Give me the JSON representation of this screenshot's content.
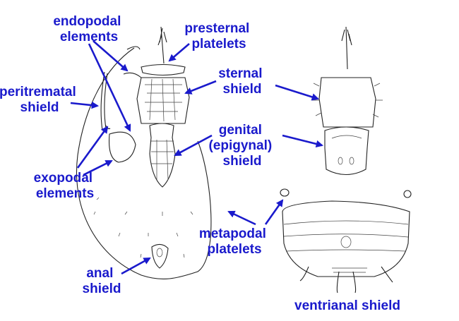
{
  "labels": {
    "endopodal": [
      "endopodal",
      "elements"
    ],
    "presternal": [
      "presternal",
      "platelets"
    ],
    "peritrematal": [
      "peritrematal",
      "shield"
    ],
    "sternal": [
      "sternal",
      "shield"
    ],
    "genital": [
      "genital",
      "(epigynal)",
      "shield"
    ],
    "exopodal": [
      "exopodal",
      "elements"
    ],
    "metapodal": [
      "metapodal",
      "platelets"
    ],
    "anal": [
      "anal",
      "shield"
    ],
    "ventrianal": "ventrianal shield"
  },
  "colors": {
    "label": "#1a1acc",
    "drawing": "#222222",
    "background": "#ffffff"
  }
}
